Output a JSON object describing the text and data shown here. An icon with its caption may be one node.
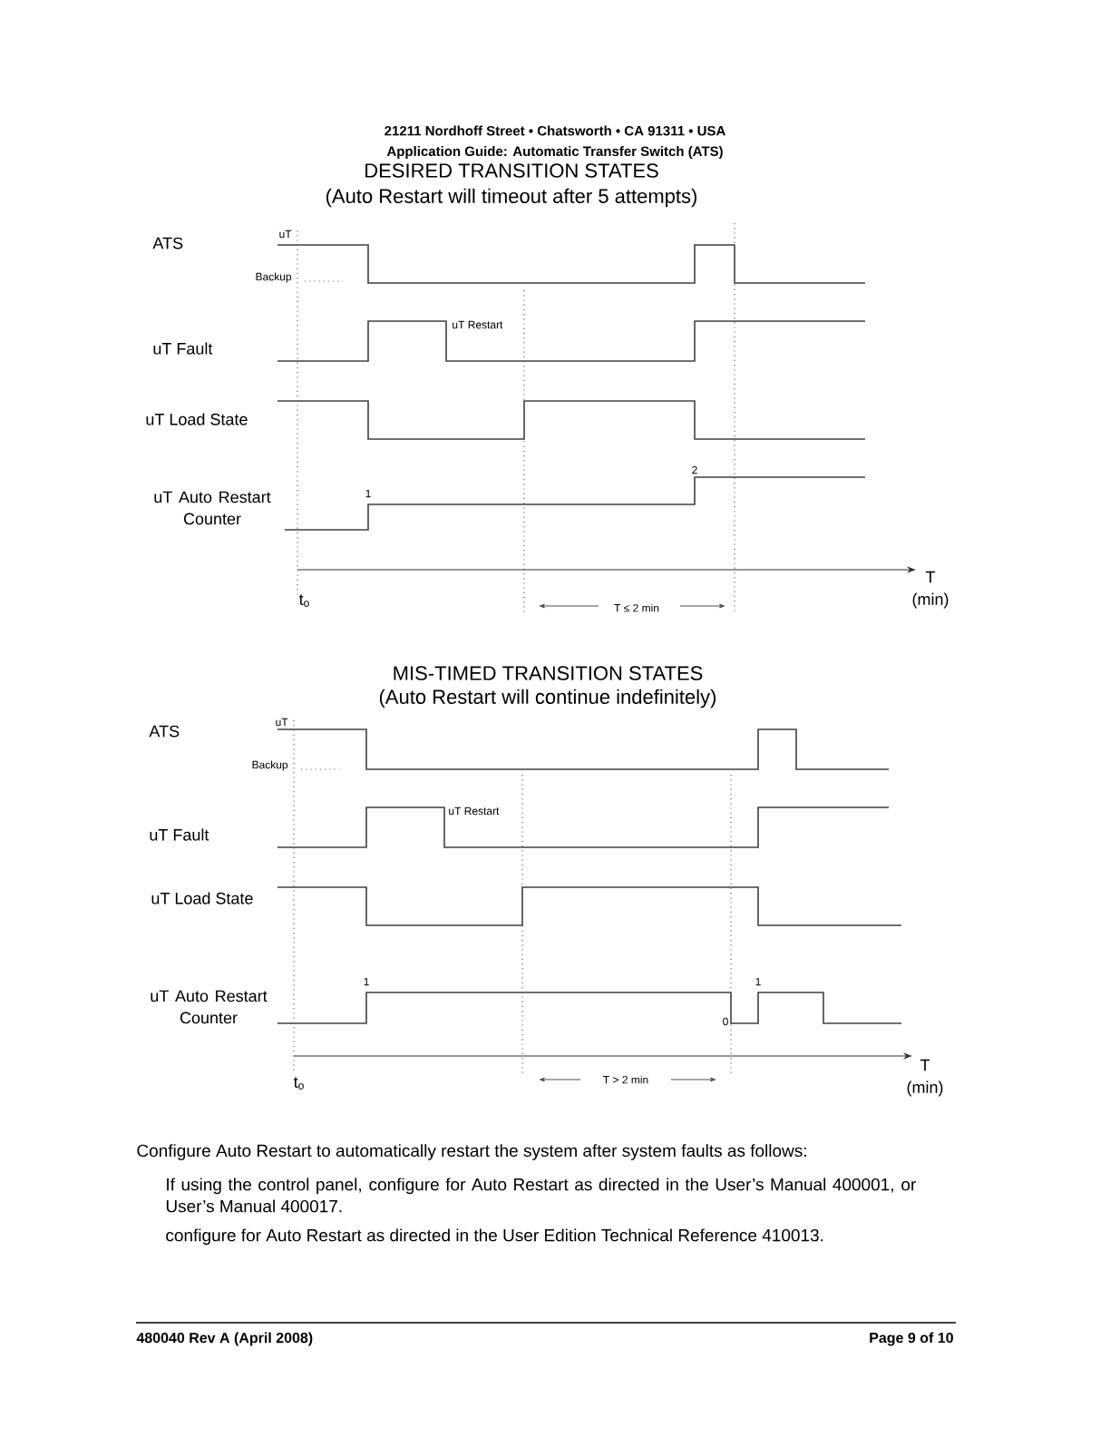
{
  "diagram": {
    "labels": [
      "21211 Nordhoff Street • Chatsworth • CA 91311 • USA",
      "Application Guide: Automatic Transfer Switch (ATS)",
      "DESIRED TRANSITION STATES",
      "(Auto Restart will timeout after 5 attempts)",
      "ATS",
      "uT",
      "Backup",
      "uT Fault",
      "uT Restart",
      "uT Load State",
      "2",
      "1",
      "uT Auto Restart Counter",
      "T",
      "t$_{o}$",
      "T ≤ 2 min",
      "(min)",
      "MIS-TIMED TRANSITION STATES",
      "(Auto Restart will continue indefinitely)",
      "ATS",
      "uT",
      "Backup",
      "uT Fault",
      "uT Restart",
      "uT Load State",
      "1",
      "1",
      "uT Auto Restart Counter",
      "0",
      "T",
      "t$_{o}$",
      "T > 2 min",
      "(min)",
      "Configure Auto Restart to automatically restart the system after system faults as follows:",
      "If using the control panel, configure for Auto Restart as directed in the User’s Manual 400001, or User’s Manual 400017.",
      "configure for Auto Restart as directed in the User Edition Technical Reference 410013.",
      "480040 Rev A (April 2008)",
      "Page 9 of 10"
    ]
  }
}
